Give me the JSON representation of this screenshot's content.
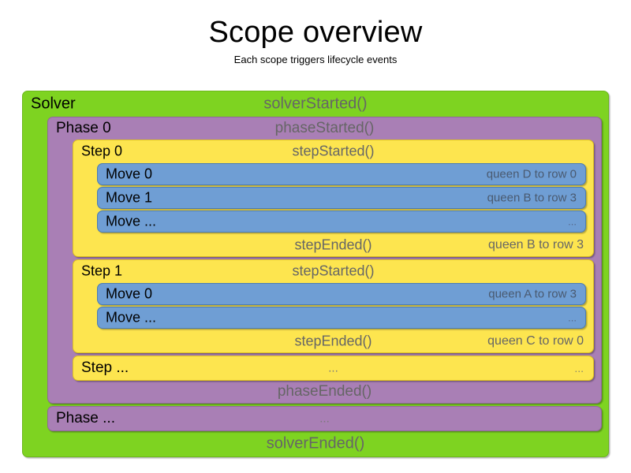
{
  "title": {
    "heading": "Scope overview",
    "subheading": "Each scope triggers lifecycle events"
  },
  "diagram": {
    "solver": {
      "label": "Solver",
      "started_event": "solverStarted()",
      "ended_event": "solverEnded()",
      "color": "#7ed321",
      "phases": [
        {
          "label": "Phase 0",
          "started_event": "phaseStarted()",
          "ended_event": "phaseEnded()",
          "color": "#a97fb5",
          "steps": [
            {
              "label": "Step 0",
              "started_event": "stepStarted()",
              "ended_event": "stepEnded()",
              "ended_detail": "queen B to row 3",
              "color": "#fde54f",
              "moves": [
                {
                  "label": "Move 0",
                  "detail": "queen D to row 0"
                },
                {
                  "label": "Move 1",
                  "detail": "queen B to row 3"
                },
                {
                  "label": "Move ...",
                  "detail": "..."
                }
              ]
            },
            {
              "label": "Step 1",
              "started_event": "stepStarted()",
              "ended_event": "stepEnded()",
              "ended_detail": "queen C to row 0",
              "color": "#fde54f",
              "moves": [
                {
                  "label": "Move 0",
                  "detail": "queen A to row 3"
                },
                {
                  "label": "Move ...",
                  "detail": "..."
                }
              ]
            }
          ],
          "collapsed_step": {
            "label": "Step ...",
            "center_ellipsis": "...",
            "right_ellipsis": "..."
          }
        }
      ],
      "collapsed_phase": {
        "label": "Phase ...",
        "center_ellipsis": "..."
      }
    }
  }
}
